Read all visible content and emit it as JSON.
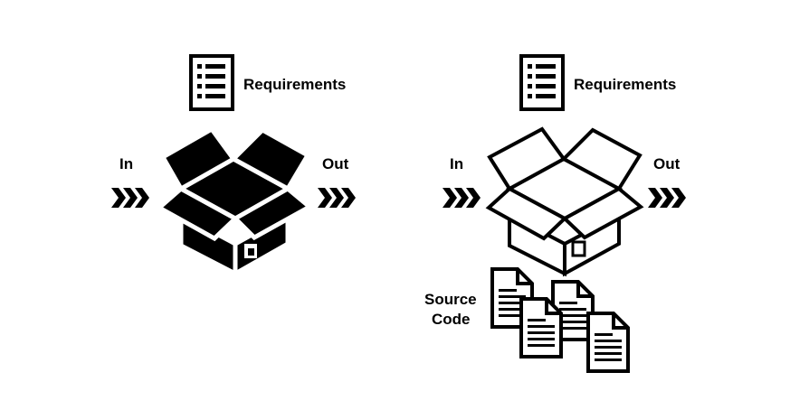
{
  "colors": {
    "ink": "#000000",
    "paper": "#ffffff"
  },
  "left_panel": {
    "requirements_label": "Requirements",
    "input_label": "In",
    "output_label": "Out",
    "box_style": "black-box",
    "icons": [
      "checklist-icon",
      "input-arrows-icon",
      "black-box-icon",
      "output-arrows-icon"
    ]
  },
  "right_panel": {
    "requirements_label": "Requirements",
    "input_label": "In",
    "output_label": "Out",
    "box_style": "white-box",
    "source_code_label_line1": "Source",
    "source_code_label_line2": "Code",
    "icons": [
      "checklist-icon",
      "input-arrows-icon",
      "white-box-icon",
      "output-arrows-icon",
      "source-file-icon"
    ]
  }
}
